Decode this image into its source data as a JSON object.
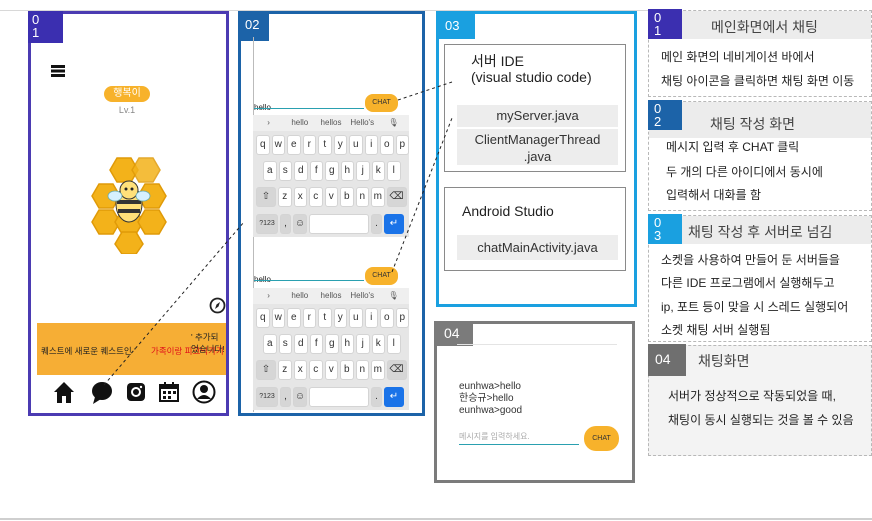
{
  "panels": {
    "p1": {
      "number": "0\n1",
      "nickname": "행복이",
      "level": "Lv.1",
      "quest_text": "퀘스트에 새로운 퀘스트인 '",
      "quest_highlight": "가족이랑 피크닉가기",
      "quest_suffix": "' 추가되었습니다!",
      "colors": {
        "frame": "#4b3bb2",
        "pill": "#f7b22b",
        "quest_bg": "#f6ae35",
        "highlight": "#e0101a"
      }
    },
    "p2": {
      "number": "02",
      "input_text": "hello",
      "chat_label": "CHAT",
      "suggestions": [
        "hello",
        "hellos",
        "Hello's"
      ],
      "rows": [
        [
          "q",
          "w",
          "e",
          "r",
          "t",
          "y",
          "u",
          "i",
          "o",
          "p"
        ],
        [
          "a",
          "s",
          "d",
          "f",
          "g",
          "h",
          "j",
          "k",
          "l"
        ],
        [
          "z",
          "x",
          "c",
          "v",
          "b",
          "n",
          "m"
        ]
      ],
      "special_key": "?123",
      "colors": {
        "frame": "#1c63a8",
        "enter": "#1a73e8"
      }
    },
    "p3": {
      "number": "03",
      "server_title_1": "서버 IDE",
      "server_title_2": "(visual studio code)",
      "server_files": [
        "myServer.java",
        "ClientManagerThread",
        ".java"
      ],
      "android_title": "Android Studio",
      "android_file": "chatMainActivity.java",
      "colors": {
        "frame": "#1aa0e0"
      }
    },
    "p4": {
      "number": "04",
      "chat_lines": [
        "eunhwa>hello",
        "한승규>hello",
        "eunhwa>good"
      ],
      "input_placeholder": "메시지를 입력하세요.",
      "chat_label": "CHAT",
      "colors": {
        "frame": "#7b7b7b"
      }
    }
  },
  "sidebar": [
    {
      "number": "0\n1",
      "title": "메인화면에서 채팅",
      "lines": [
        "메인 화면의 네비게이션 바에서",
        "채팅 아이콘을 클릭하면 채팅 화면 이동"
      ],
      "color": "#3b2fb0"
    },
    {
      "number": "0\n2",
      "title": "채팅 작성 화면",
      "lines": [
        "메시지 입력 후  CHAT 클릭",
        "두 개의 다른 아이디에서 동시에",
        "입력해서 대화를 함"
      ],
      "color": "#1c63a8"
    },
    {
      "number": "0\n3",
      "title": "채팅 작성 후 서버로 넘김",
      "lines": [
        "소켓을 사용하여 만들어 둔 서버들을",
        "다른 IDE 프로그램에서 실행해두고",
        "ip, 포트 등이 맞을 시 스레드 실행되어",
        "소켓 채팅 서버 실행됨"
      ],
      "color": "#1aa0e0"
    },
    {
      "number": "04",
      "title": "채팅화면",
      "lines": [
        "서버가 정상적으로 작동되었을 때,",
        "채팅이 동시 실행되는 것을 볼 수 있음"
      ],
      "color": "#6f6f6f"
    }
  ],
  "icons": [
    "menu-icon",
    "bee-icon",
    "compass-icon",
    "home-icon",
    "chat-bubble-icon",
    "instagram-icon",
    "calendar-icon",
    "profile-icon",
    "backspace-icon",
    "shift-icon",
    "enter-icon",
    "mic-icon",
    "emoji-icon"
  ]
}
